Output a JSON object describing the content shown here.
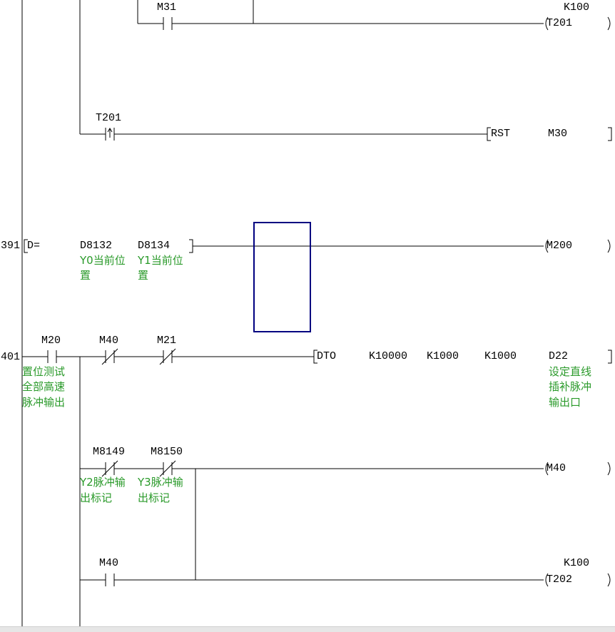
{
  "rung_m31": {
    "contact": "M31",
    "coil": "T201",
    "coil_const": "K100"
  },
  "rung_t201": {
    "contact": "T201",
    "instr": "RST",
    "operand": "M30"
  },
  "rung_391": {
    "step": "391",
    "instr": "D=",
    "op1": "D8132",
    "op2": "D8134",
    "op1_comment": [
      "Y0当前位",
      "置"
    ],
    "op2_comment": [
      "Y1当前位",
      "置"
    ],
    "coil": "M200"
  },
  "rung_401": {
    "step": "401",
    "contact1": "M20",
    "contact1_comment": [
      "置位测试",
      "全部高速",
      "脉冲输出"
    ],
    "contact2": "M40",
    "contact3": "M21",
    "instr": "DTO",
    "op1": "K10000",
    "op2": "K1000",
    "op3": "K1000",
    "op4": "D22",
    "op4_comment": [
      "设定直线",
      "插补脉冲",
      "输出口"
    ]
  },
  "rung_m8149": {
    "contact1": "M8149",
    "contact1_comment": [
      "Y2脉冲输",
      "出标记"
    ],
    "contact2": "M8150",
    "contact2_comment": [
      "Y3脉冲输",
      "出标记"
    ],
    "coil": "M40"
  },
  "rung_m40": {
    "contact": "M40",
    "coil": "T202",
    "coil_const": "K100"
  }
}
